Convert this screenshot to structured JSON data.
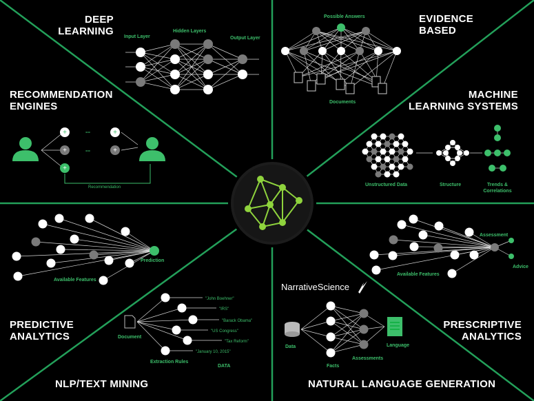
{
  "colors": {
    "accent": "#3dbf6b",
    "line": "#23a05a",
    "node_white": "#ffffff",
    "node_grey": "#7a7a7a",
    "bg": "#000000"
  },
  "center": {
    "icon": "network-graph-icon"
  },
  "panels": {
    "deep_learning": {
      "title": [
        "DEEP",
        "LEARNING"
      ],
      "input": "Input Layer",
      "hidden": "Hidden Layers",
      "output": "Output Layer"
    },
    "evidence_based": {
      "title": [
        "EVIDENCE",
        "BASED"
      ],
      "answers": "Possible Answers",
      "documents": "Documents"
    },
    "recommendation": {
      "title": [
        "RECOMMENDATION",
        "ENGINES"
      ],
      "equals": "==",
      "label": "Recommendation"
    },
    "machine_learning": {
      "title": [
        "MACHINE",
        "LEARNING SYSTEMS"
      ],
      "unstructured": "Unstructured Data",
      "structure": "Structure",
      "trends": [
        "Trends &",
        "Correlations"
      ]
    },
    "predictive": {
      "title": [
        "PREDICTIVE",
        "ANALYTICS"
      ],
      "features": "Available Features",
      "prediction": "Prediction"
    },
    "prescriptive": {
      "title": [
        "PRESCRIPTIVE",
        "ANALYTICS"
      ],
      "features": "Available Features",
      "assessment": "Assessment",
      "advice": "Advice"
    },
    "nlp": {
      "title": "NLP/TEXT MINING",
      "document": "Document",
      "rules": "Extraction Rules",
      "data_label": "DATA",
      "entities": [
        "\"John Boehner\"",
        "\"IRS\"",
        "\"Barack Obama\"",
        "\"US Congress\"",
        "\"Tax Reform\"",
        "\"January 10, 2015\""
      ]
    },
    "nlg": {
      "title": "NATURAL LANGUAGE GENERATION",
      "brand": "NarrativeScience",
      "data": "Data",
      "facts": "Facts",
      "assessments": "Assessments",
      "language": "Language"
    }
  }
}
